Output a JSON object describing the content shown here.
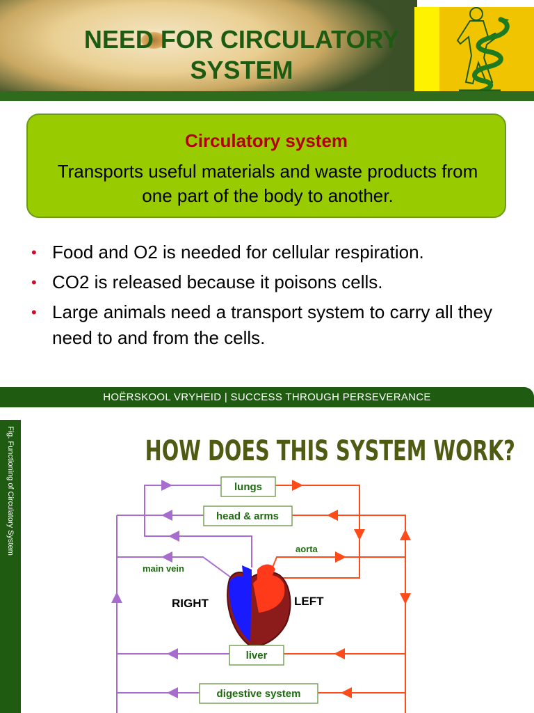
{
  "slide1": {
    "title_line1": "NEED FOR CIRCULATORY",
    "title_line2": "SYSTEM",
    "definition": {
      "heading": "Circulatory system",
      "text": "Transports useful materials and waste products from one part of the body to another."
    },
    "bullets": [
      "Food and O2 is needed for cellular respiration.",
      "CO2 is released because it poisons cells.",
      "Large animals need a transport system to carry all they need to and from the cells."
    ],
    "footer": "HOËRSKOOL VRYHEID | SUCCESS THROUGH PERSEVERANCE"
  },
  "slide2": {
    "sidebar": "Fig. Functioning of Circulatory System",
    "title": "HOW DOES THIS SYSTEM WORK?",
    "diagram": {
      "organs": [
        "lungs",
        "head & arms",
        "liver",
        "digestive system"
      ],
      "vessels": [
        "aorta",
        "main vein"
      ],
      "sides": [
        "RIGHT",
        "LEFT"
      ]
    }
  },
  "colors": {
    "title_green": "#1e5b12",
    "box_green": "#99cc00",
    "heading_red": "#b3000e",
    "bullet_red": "#c8102e",
    "footer_green": "#1f5c12",
    "vein_purple": "#a86ccf",
    "artery_orange": "#ff4a1a",
    "logo_yellow": "#f1c400"
  }
}
